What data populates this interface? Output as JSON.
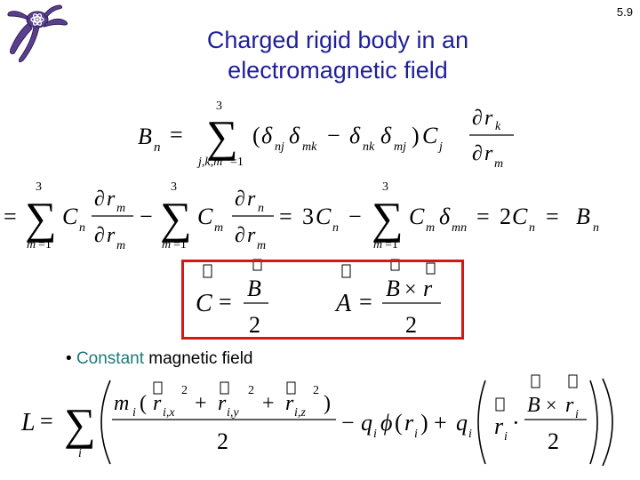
{
  "slide": {
    "number": "5.9",
    "title_line1": "Charged rigid body in an",
    "title_line2": "electromagnetic field",
    "bullet_prefix": "• ",
    "bullet_accent": "Constant",
    "bullet_rest": " magnetic field"
  },
  "equations": {
    "eq1": "B_n = Σ_{j,k,m=1}^{3} (δ_nj δ_mk − δ_nk δ_mj) C_j ∂r_k/∂r_m",
    "eq2": "= Σ_{m=1}^{3} C_n ∂r_m/∂r_m − Σ_{m=1}^{3} C_m ∂r_n/∂r_m = 3C_n − Σ_{m=1}^{3} C_m δ_mn = 2C_n = B_n",
    "eq3": "C = B/2",
    "eq4": "A = (B × r)/2",
    "eq5": "L = Σ_i ( m_i (ṙ_{i,x}² + ṙ_{i,y}² + ṙ_{i,z}²)/2 − q_i φ(r_i) + q_i ṙ_i · (B × r_i)/2 )"
  },
  "colors": {
    "title": "#1f1f99",
    "accent": "#1d7a7a",
    "box": "#d61515"
  },
  "logo": "lizard-logo"
}
